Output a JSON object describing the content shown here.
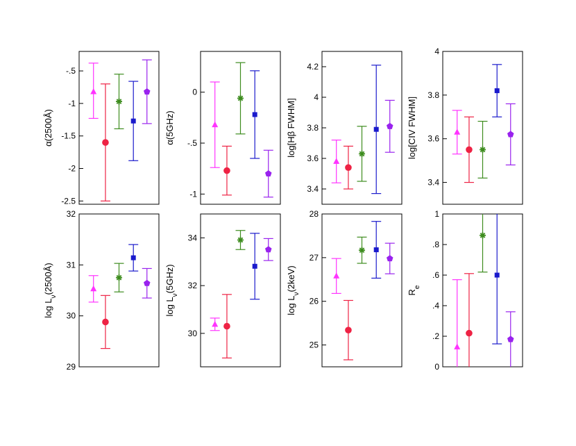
{
  "series_colors": [
    "#ff33ff",
    "#ee2244",
    "#3d8c1e",
    "#1a1acc",
    "#9922ee"
  ],
  "series_markers": [
    "triangle",
    "circle",
    "star",
    "square",
    "pentagon"
  ],
  "chart_data": [
    {
      "type": "scatter",
      "ylabel": "α(2500Å)",
      "ylim": [
        -2.55,
        -0.2
      ],
      "yticks": [
        -2.5,
        -2,
        -1.5,
        -1,
        -0.5
      ],
      "yticklabels": [
        "-2.5",
        "-2",
        "-1.5",
        "-1",
        "-.5"
      ],
      "points": [
        {
          "y": -0.82,
          "lo": -1.23,
          "hi": -0.38
        },
        {
          "y": -1.6,
          "lo": -2.5,
          "hi": -0.7
        },
        {
          "y": -0.97,
          "lo": -1.39,
          "hi": -0.55
        },
        {
          "y": -1.27,
          "lo": -1.88,
          "hi": -0.66
        },
        {
          "y": -0.82,
          "lo": -1.31,
          "hi": -0.33
        }
      ]
    },
    {
      "type": "scatter",
      "ylabel": "α(5GHz)",
      "ylim": [
        -1.1,
        0.4
      ],
      "yticks": [
        -1,
        -0.5,
        0
      ],
      "yticklabels": [
        "-1",
        "-.5",
        "0"
      ],
      "points": [
        {
          "y": -0.32,
          "lo": -0.74,
          "hi": 0.1
        },
        {
          "y": -0.77,
          "lo": -1.01,
          "hi": -0.53
        },
        {
          "y": -0.06,
          "lo": -0.41,
          "hi": 0.29
        },
        {
          "y": -0.22,
          "lo": -0.65,
          "hi": 0.21
        },
        {
          "y": -0.8,
          "lo": -1.03,
          "hi": -0.57
        }
      ]
    },
    {
      "type": "scatter",
      "ylabel": "log[Hβ FWHM]",
      "ylim": [
        3.3,
        4.3
      ],
      "yticks": [
        3.4,
        3.6,
        3.8,
        4.0,
        4.2
      ],
      "yticklabels": [
        "3.4",
        "3.6",
        "3.8",
        "4",
        "4.2"
      ],
      "points": [
        {
          "y": 3.58,
          "lo": 3.44,
          "hi": 3.72
        },
        {
          "y": 3.54,
          "lo": 3.4,
          "hi": 3.68
        },
        {
          "y": 3.63,
          "lo": 3.45,
          "hi": 3.81
        },
        {
          "y": 3.79,
          "lo": 3.37,
          "hi": 4.21
        },
        {
          "y": 3.81,
          "lo": 3.64,
          "hi": 3.98
        }
      ]
    },
    {
      "type": "scatter",
      "ylabel": "log[CIV FWHM]",
      "ylim": [
        3.3,
        4.0
      ],
      "yticks": [
        3.4,
        3.6,
        3.8,
        4.0
      ],
      "yticklabels": [
        "3.4",
        "3.6",
        "3.8",
        "4"
      ],
      "points": [
        {
          "y": 3.63,
          "lo": 3.53,
          "hi": 3.73
        },
        {
          "y": 3.55,
          "lo": 3.4,
          "hi": 3.7
        },
        {
          "y": 3.55,
          "lo": 3.42,
          "hi": 3.68
        },
        {
          "y": 3.82,
          "lo": 3.7,
          "hi": 3.94
        },
        {
          "y": 3.62,
          "lo": 3.48,
          "hi": 3.76
        }
      ]
    },
    {
      "type": "scatter",
      "ylabel": "log Lν(2500Å)",
      "ylim": [
        29.0,
        32.0
      ],
      "yticks": [
        29,
        30,
        31,
        32
      ],
      "yticklabels": [
        "29",
        "30",
        "31",
        "32"
      ],
      "points": [
        {
          "y": 30.53,
          "lo": 30.27,
          "hi": 30.79
        },
        {
          "y": 29.88,
          "lo": 29.36,
          "hi": 30.4
        },
        {
          "y": 30.75,
          "lo": 30.47,
          "hi": 31.03
        },
        {
          "y": 31.14,
          "lo": 30.88,
          "hi": 31.4
        },
        {
          "y": 30.64,
          "lo": 30.35,
          "hi": 30.93
        }
      ]
    },
    {
      "type": "scatter",
      "ylabel": "log Lν(5GHz)",
      "ylim": [
        28.6,
        35.0
      ],
      "yticks": [
        30,
        32,
        34
      ],
      "yticklabels": [
        "30",
        "32",
        "34"
      ],
      "points": [
        {
          "y": 30.38,
          "lo": 30.12,
          "hi": 30.64
        },
        {
          "y": 30.3,
          "lo": 28.97,
          "hi": 31.63
        },
        {
          "y": 33.91,
          "lo": 33.51,
          "hi": 34.31
        },
        {
          "y": 32.81,
          "lo": 31.43,
          "hi": 34.19
        },
        {
          "y": 33.51,
          "lo": 33.05,
          "hi": 33.97
        }
      ]
    },
    {
      "type": "scatter",
      "ylabel": "log Lν(2keV)",
      "ylim": [
        24.5,
        28.0
      ],
      "yticks": [
        25,
        26,
        27,
        28
      ],
      "yticklabels": [
        "25",
        "26",
        "27",
        "28"
      ],
      "points": [
        {
          "y": 26.58,
          "lo": 26.18,
          "hi": 26.98
        },
        {
          "y": 25.34,
          "lo": 24.66,
          "hi": 26.02
        },
        {
          "y": 27.17,
          "lo": 26.87,
          "hi": 27.47
        },
        {
          "y": 27.18,
          "lo": 26.53,
          "hi": 27.83
        },
        {
          "y": 26.98,
          "lo": 26.63,
          "hi": 27.33
        }
      ]
    },
    {
      "type": "scatter",
      "ylabel": "Re",
      "ylim": [
        0.0,
        1.0
      ],
      "yticks": [
        0,
        0.2,
        0.4,
        0.6,
        0.8,
        1.0
      ],
      "yticklabels": [
        "0",
        ".2",
        ".4",
        ".6",
        ".8",
        "1"
      ],
      "points": [
        {
          "y": 0.13,
          "lo": 0.0,
          "hi": 0.57
        },
        {
          "y": 0.22,
          "lo": 0.0,
          "hi": 0.61
        },
        {
          "y": 0.86,
          "lo": 0.62,
          "hi": 1.0
        },
        {
          "y": 0.6,
          "lo": 0.15,
          "hi": 1.0
        },
        {
          "y": 0.18,
          "lo": 0.0,
          "hi": 0.36
        }
      ]
    }
  ]
}
